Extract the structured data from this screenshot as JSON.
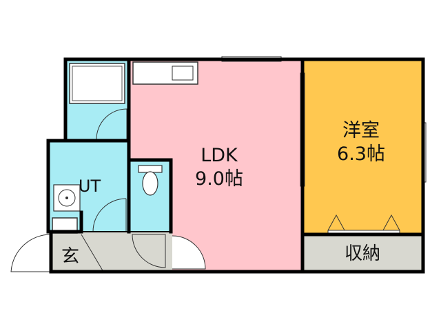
{
  "rooms": {
    "ldk": {
      "name": "LDK",
      "size": "9.0帖"
    },
    "western": {
      "name": "洋室",
      "size": "6.3帖"
    },
    "storage": {
      "name": "収納"
    },
    "ut": {
      "name": "UT"
    },
    "genkan": {
      "name": "玄"
    }
  },
  "colors": {
    "ldk": "#ffc6cc",
    "western": "#ffc850",
    "wet": "#a8ecf4",
    "storage": "#d8d8d0",
    "wall": "#000000"
  }
}
